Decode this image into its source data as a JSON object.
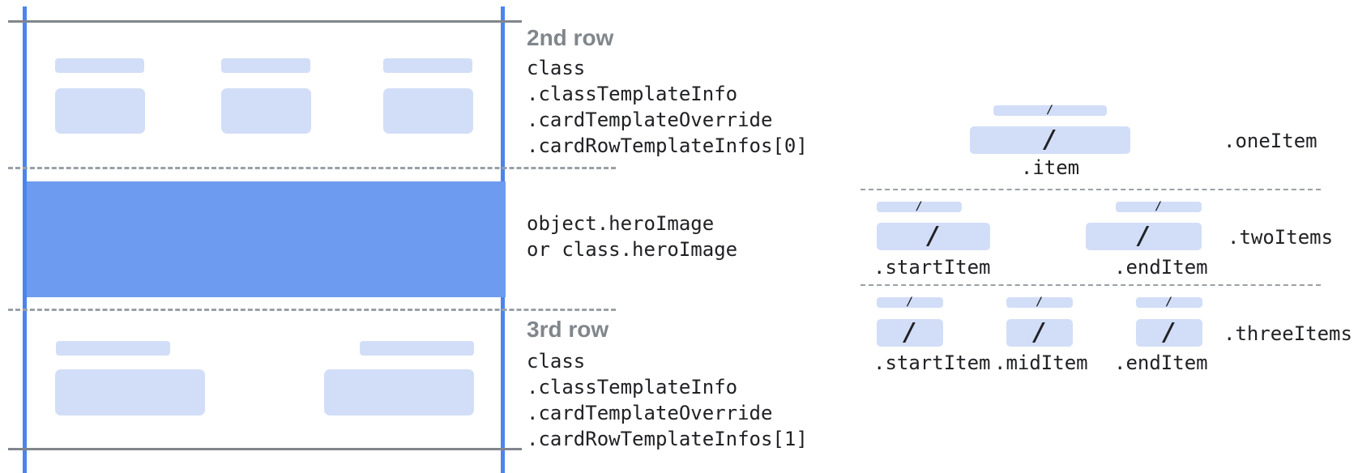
{
  "colors": {
    "accent_blue": "#4c84ec",
    "hero_blue": "#6d9bef",
    "placeholder_blue": "#d2def7",
    "line_gray": "#80868b",
    "dash_gray": "#9aa0a6",
    "heading_gray": "#80868b",
    "code_dark": "#202124"
  },
  "glyphs": {
    "placeholder_slash": "/"
  },
  "annotations": {
    "row2": {
      "heading": "2nd row",
      "code": [
        "class",
        ".classTemplateInfo",
        ".cardTemplateOverride",
        ".cardRowTemplateInfos[0]"
      ]
    },
    "hero": {
      "code": [
        "object.heroImage",
        "or class.heroImage"
      ]
    },
    "row3": {
      "heading": "3rd row",
      "code": [
        "class",
        ".classTemplateInfo",
        ".cardTemplateOverride",
        ".cardRowTemplateInfos[1]"
      ]
    }
  },
  "item_layouts": {
    "one": {
      "row_label": ".oneItem",
      "item_labels": [
        ".item"
      ]
    },
    "two": {
      "row_label": ".twoItems",
      "item_labels": [
        ".startItem",
        ".endItem"
      ]
    },
    "three": {
      "row_label": ".threeItems",
      "item_labels": [
        ".startItem",
        ".midItem",
        ".endItem"
      ]
    }
  }
}
